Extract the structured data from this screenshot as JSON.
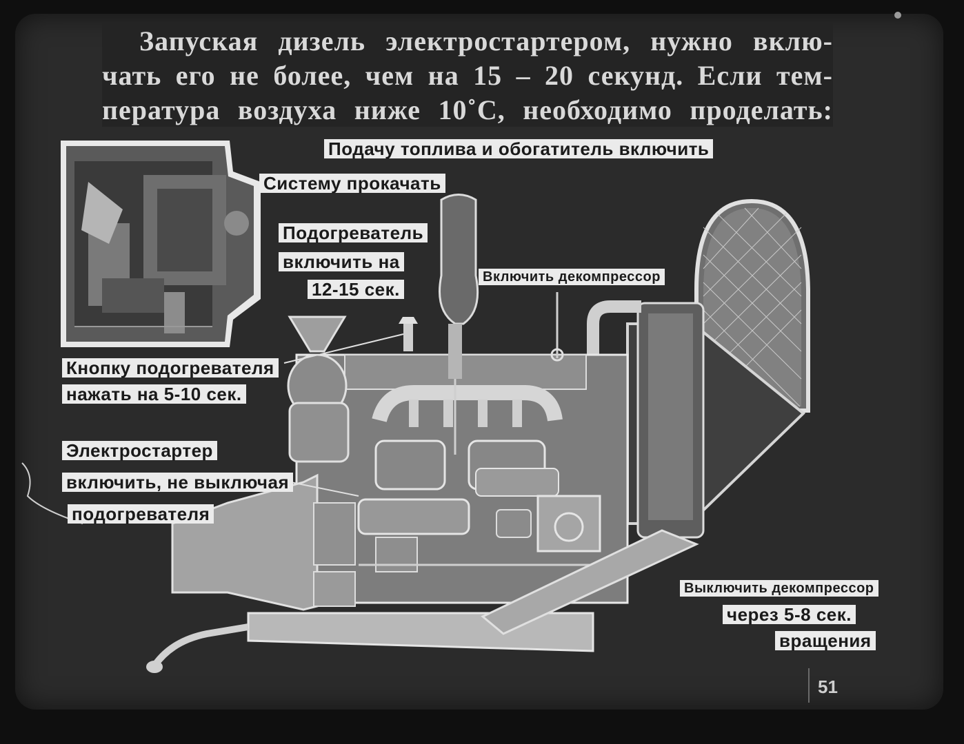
{
  "headline": {
    "line1": "Запуская дизель электростартером, нужно вклю-",
    "line2": "чать его не более, чем на 15 – 20 секунд. Если тем-",
    "line3": "пература воздуха ниже 10˚С, необходимо проделать:"
  },
  "labels": {
    "fuel": "Подачу топлива и обогатитель включить",
    "pump": "Систему прокачать",
    "heater_1": "Подогреватель",
    "heater_2": "включить на",
    "heater_3": "12-15 сек.",
    "decomp_on": "Включить декомпрессор",
    "button_1": "Кнопку подогревателя",
    "button_2": "нажать на 5-10 сек.",
    "starter_1": "Электростартер",
    "starter_2": "включить, не выключая",
    "starter_3": "подогревателя",
    "decomp_off_1": "Выключить декомпрессор",
    "decomp_off_2": "через 5-8 сек.",
    "decomp_off_3": "вращения"
  },
  "page_number": "51",
  "colors": {
    "background": "#2b2b2b",
    "text": "#d9d9d9",
    "label_bg": "#ebebeb",
    "label_text": "#1a1a1a"
  }
}
